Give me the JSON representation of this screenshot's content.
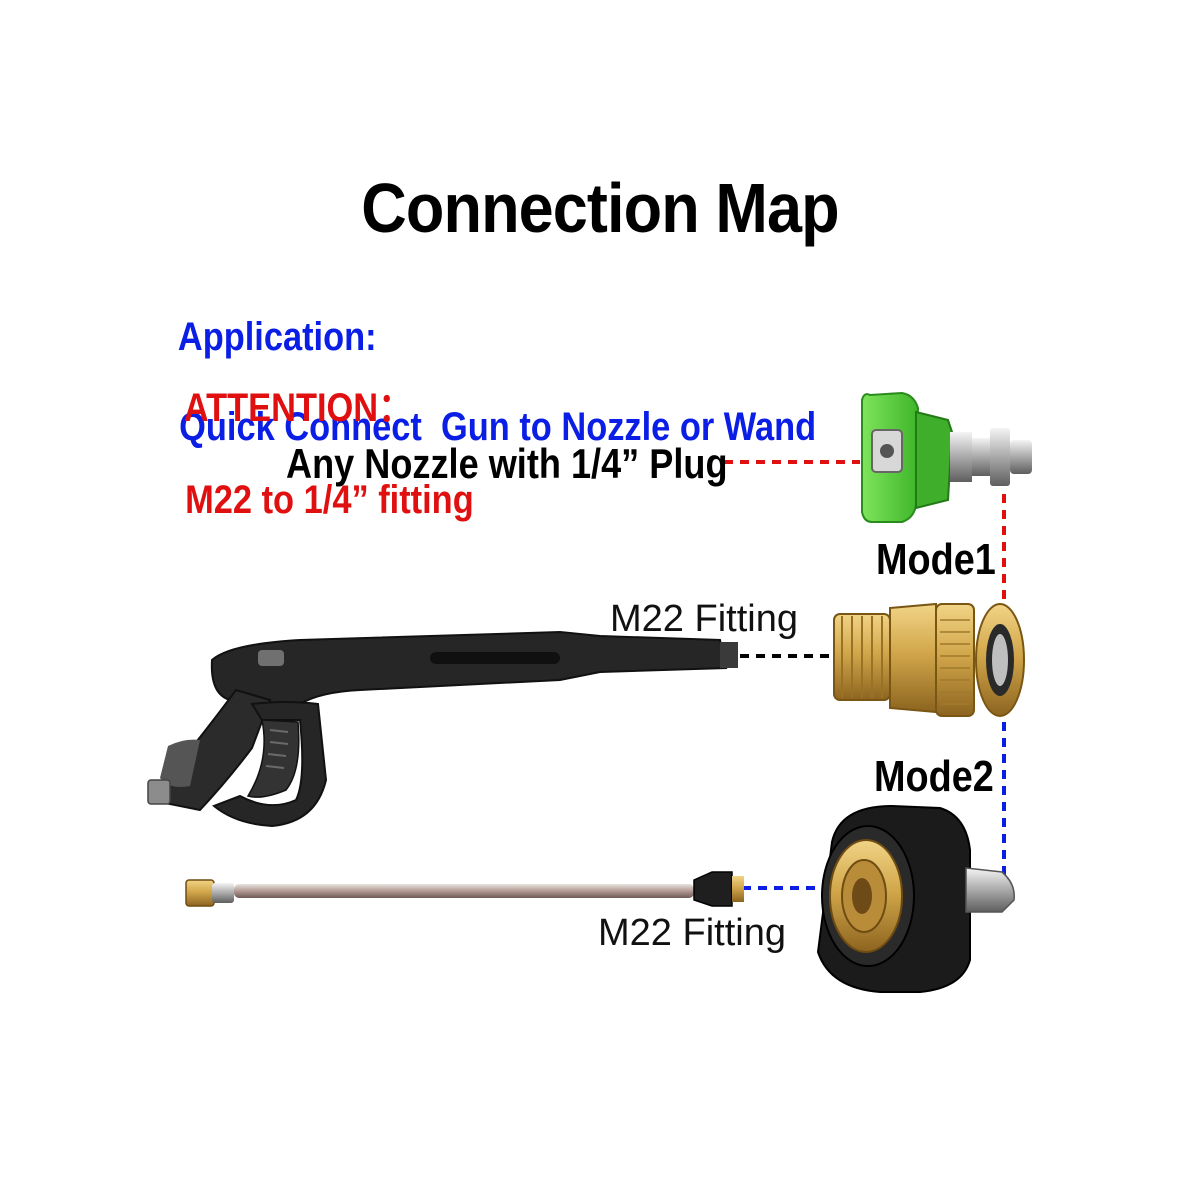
{
  "title": "Connection Map",
  "application": {
    "prefix": "Application:",
    "text": "Quick Connect  Gun to Nozzle or Wand",
    "color": "#0a1ee6"
  },
  "attention": {
    "prefix": "ATTENTION：",
    "text": "M22 to 1/4” fitting",
    "color": "#e01010"
  },
  "labels": {
    "nozzle": "Any Nozzle with 1/4” Plug",
    "mode1": "Mode1",
    "mode2": "Mode2",
    "m22_gun": "M22 Fitting",
    "m22_wand": "M22 Fitting"
  },
  "colors": {
    "red_dash": "#e01010",
    "black_dash": "#000000",
    "blue_dash": "#0a1ee6",
    "nozzle_green": "#5bd33a",
    "brass": "#c9a24a",
    "rubber": "#1a1a1a",
    "steel": "#b8b8b8"
  },
  "components": [
    {
      "name": "green-nozzle-icon"
    },
    {
      "name": "brass-quick-connector-icon"
    },
    {
      "name": "spray-gun-icon"
    },
    {
      "name": "m22-coupler-icon"
    },
    {
      "name": "wand-icon"
    }
  ]
}
